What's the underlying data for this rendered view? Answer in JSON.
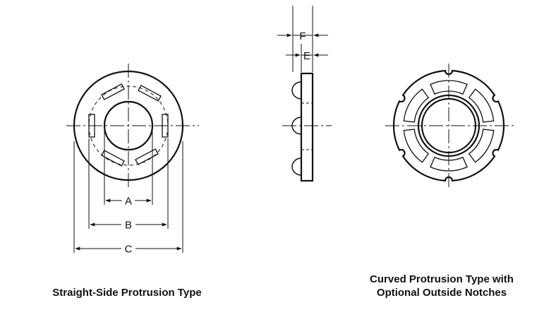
{
  "dimensions": {
    "a": "A",
    "b": "B",
    "c": "C",
    "e": "E",
    "f": "F"
  },
  "captions": {
    "straight_side": "Straight-Side Protrusion Type",
    "curved_line1": "Curved Protrusion Type with",
    "curved_line2": "Optional Outside Notches"
  }
}
